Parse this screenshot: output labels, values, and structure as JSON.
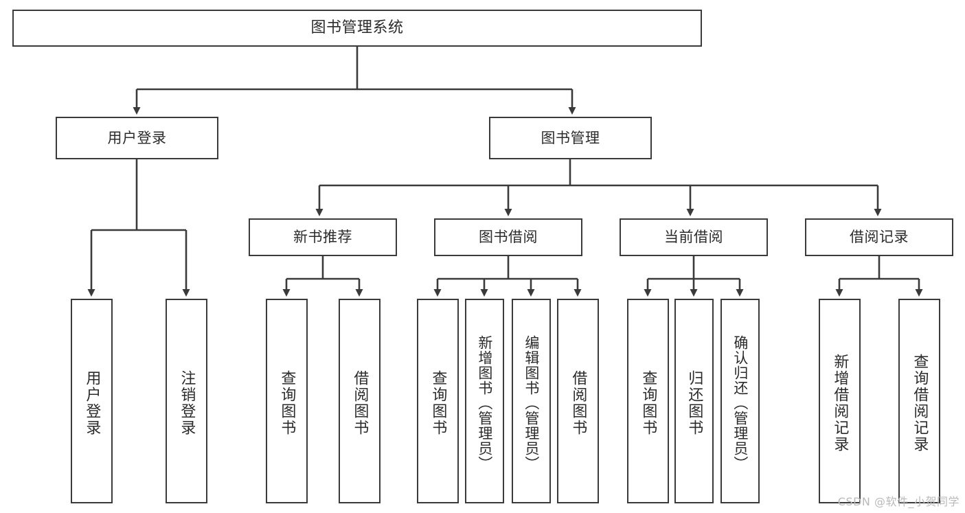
{
  "diagram": {
    "type": "tree",
    "title": "图书管理系统",
    "watermark": "CSDN @软件_小贺同学",
    "colors": {
      "background": "#ffffff",
      "box_border": "#3a3a3a",
      "box_fill": "#ffffff",
      "line": "#3a3a3a",
      "text": "#2b2b2b",
      "watermark": "#b9b9b9"
    },
    "nodes": {
      "root": {
        "label": "图书管理系统"
      },
      "level1": [
        {
          "id": "user-login",
          "label": "用户登录"
        },
        {
          "id": "book-manage",
          "label": "图书管理"
        }
      ],
      "level2": [
        {
          "id": "new-book-rec",
          "label": "新书推荐"
        },
        {
          "id": "book-borrow",
          "label": "图书借阅"
        },
        {
          "id": "current-borrow",
          "label": "当前借阅"
        },
        {
          "id": "borrow-record",
          "label": "借阅记录"
        }
      ],
      "leaves": {
        "user_login": [
          {
            "id": "leaf-user-login",
            "label": "用户登录"
          },
          {
            "id": "leaf-logout-login",
            "label": "注销登录"
          }
        ],
        "new_book_rec": [
          {
            "id": "leaf-query-book-1",
            "label": "查询图书"
          },
          {
            "id": "leaf-borrow-book-1",
            "label": "借阅图书"
          }
        ],
        "book_borrow": [
          {
            "id": "leaf-query-book-2",
            "label": "查询图书"
          },
          {
            "id": "leaf-add-book",
            "label": "新增图书（管理员）"
          },
          {
            "id": "leaf-edit-book",
            "label": "编辑图书（管理员）"
          },
          {
            "id": "leaf-borrow-book-2",
            "label": "借阅图书"
          }
        ],
        "current_borrow": [
          {
            "id": "leaf-query-book-3",
            "label": "查询图书"
          },
          {
            "id": "leaf-return-book",
            "label": "归还图书"
          },
          {
            "id": "leaf-confirm-return",
            "label": "确认归还（管理员）"
          }
        ],
        "borrow_record": [
          {
            "id": "leaf-add-record",
            "label": "新增借阅记录"
          },
          {
            "id": "leaf-query-record",
            "label": "查询借阅记录"
          }
        ]
      }
    }
  }
}
